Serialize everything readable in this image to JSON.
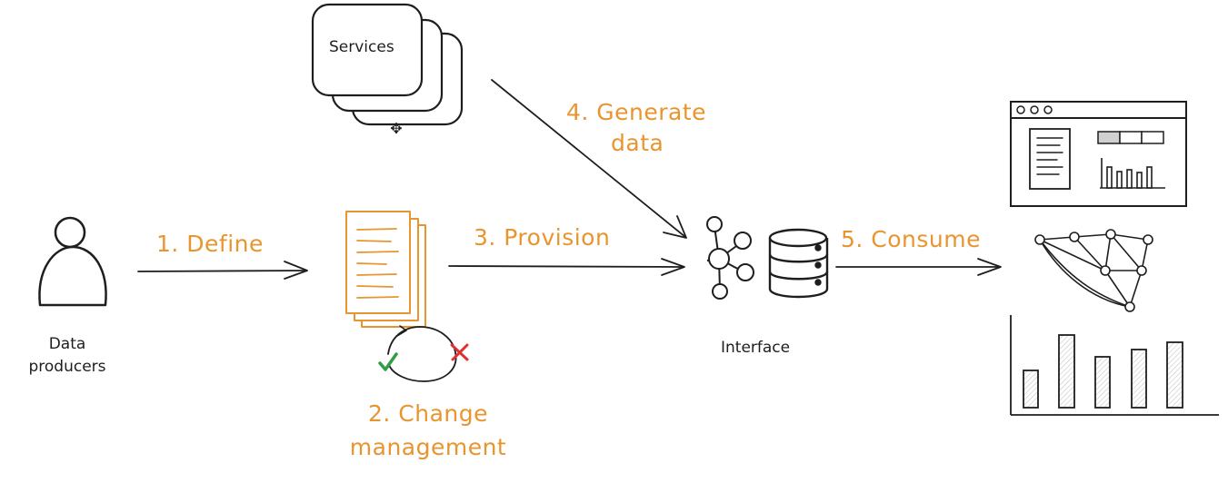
{
  "labels": {
    "data_producers_line1": "Data",
    "data_producers_line2": "producers",
    "services": "Services",
    "define": "1. Define",
    "change_line1": "2. Change",
    "change_line2": "management",
    "provision": "3. Provision",
    "generate_line1": "4. Generate",
    "generate_line2": "data",
    "consume": "5. Consume",
    "interface": "Interface"
  },
  "colors": {
    "ink": "#1e1e1e",
    "accent": "#e8952f",
    "check": "#2f9e44",
    "cross": "#e03131",
    "hatch": "#bdbdbd"
  },
  "icons": {
    "producer": "person-icon",
    "documents": "document-stack-icon",
    "services": "service-cards-icon",
    "interface_graph": "graph-node-icon",
    "interface_db": "database-icon",
    "dashboard": "dashboard-window-icon",
    "network": "network-graph-icon",
    "bar_chart": "bar-chart-icon"
  }
}
